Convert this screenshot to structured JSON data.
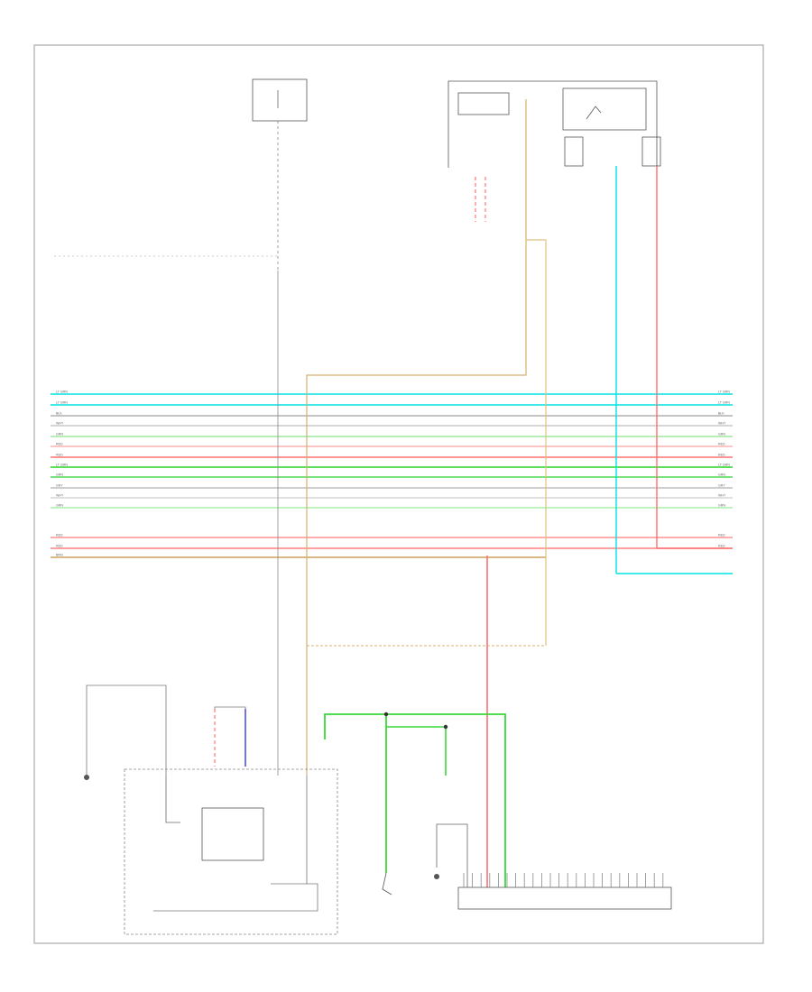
{
  "page": {
    "page_ref": ""
  },
  "wires": [
    {
      "label": "LT GRN",
      "color": "#00e4e4"
    },
    {
      "label": "LT GRN",
      "color": "#00e4e4"
    },
    {
      "label": "BLK",
      "color": "#b0b0b0"
    },
    {
      "label": "WHT",
      "color": "#c8c8c8"
    },
    {
      "label": "GRN",
      "color": "#9de89d"
    },
    {
      "label": "RED",
      "color": "#ffb0b0"
    },
    {
      "label": "RED",
      "color": "#ff7070"
    },
    {
      "label": "LT GRN",
      "color": "#22d922"
    },
    {
      "label": "GRN",
      "color": "#4fd84f"
    },
    {
      "label": "GRY",
      "color": "#bdbdbd"
    },
    {
      "label": "WHT",
      "color": "#d6d6d6"
    },
    {
      "label": "GRN",
      "color": "#a8eea8"
    },
    {
      "label": "RED",
      "color": "#ff9090"
    },
    {
      "label": "RED",
      "color": "#ff8080"
    },
    {
      "label": "BRN",
      "color": "#d4b070"
    }
  ],
  "components": {
    "fuse_top_left": {
      "label": ""
    },
    "fuse_top_right": {
      "label": ""
    },
    "relay_box": {
      "label": ""
    },
    "passenger_switch": {
      "label": ""
    },
    "driver_switch": {
      "label": ""
    },
    "control_unit": {
      "label": ""
    },
    "ground_switch": {
      "label": ""
    },
    "indicator_light": {
      "label": ""
    },
    "instrument_unit": {
      "label": ""
    }
  }
}
